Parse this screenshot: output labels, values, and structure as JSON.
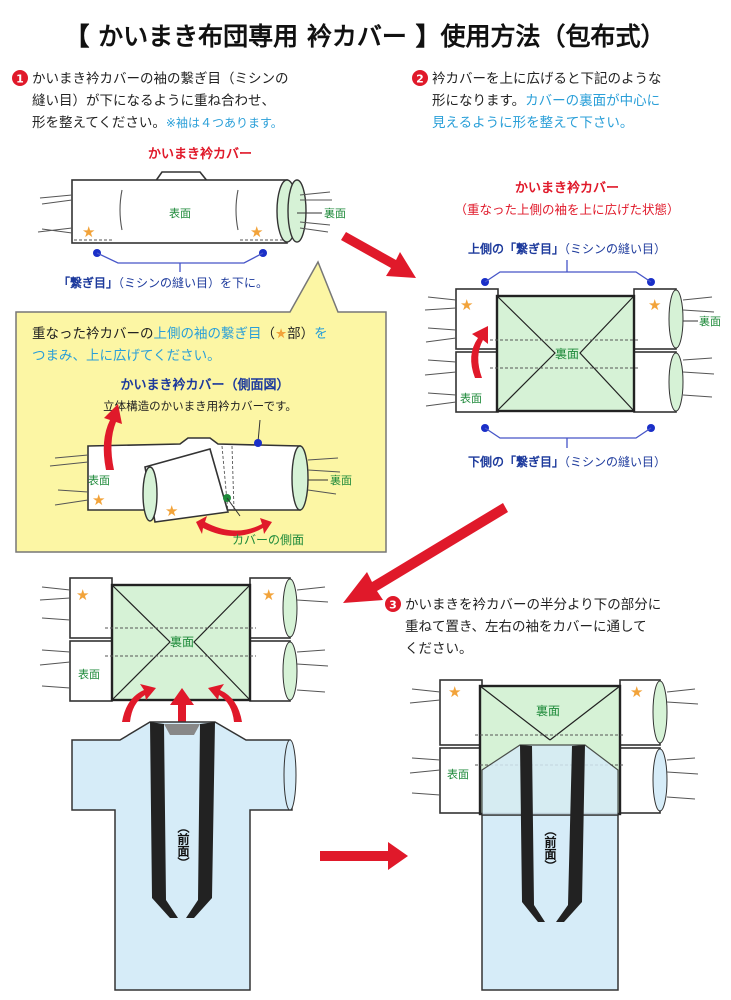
{
  "title": "【 かいまき布団専用 衿カバー 】使用方法（包布式）",
  "step1": {
    "number": "1",
    "line1": "かいまき衿カバーの袖の繋ぎ目（ミシンの",
    "line2": "縫い目）が下になるように重ね合わせ、",
    "line3": "形を整えてください。",
    "note": "※袖は４つあります。"
  },
  "step2": {
    "number": "2",
    "line1": "衿カバーを上に広げると下記のような",
    "line2a": "形になります。",
    "line2b": "カバーの裏面が中心に",
    "line3": "見えるように形を整えて下さい。"
  },
  "step3": {
    "number": "3",
    "line1": "かいまきを衿カバーの半分より下の部分に",
    "line2": "重ねて置き、左右の袖をカバーに通して",
    "line3": "ください。"
  },
  "fig1": {
    "title": "かいまき衿カバー",
    "front": "表面",
    "back": "裏面",
    "seam_a": "「繋ぎ目」",
    "seam_b": "（ミシンの縫い目）を下に。"
  },
  "callout": {
    "line1a": "重なった衿カバーの",
    "line1b": "上側の袖の繋ぎ目",
    "line1c": "（",
    "line1star": "★",
    "line1d": "部）",
    "line1e": "を",
    "line2": "つまみ、上に広げてください。",
    "subtitle": "かいまき衿カバー（側面図）",
    "desc": "立体構造のかいまき用衿カバーです。",
    "front": "表面",
    "back": "裏面",
    "side": "カバーの側面"
  },
  "fig2": {
    "title": "かいまき衿カバー",
    "subtitle": "（重なった上側の袖を上に広げた状態）",
    "top_seam_a": "上側の「繋ぎ目」",
    "top_seam_b": "（ミシンの縫い目）",
    "bottom_seam_a": "下側の「繋ぎ目」",
    "bottom_seam_b": "（ミシンの縫い目）",
    "center": "裏面",
    "front": "表面",
    "back": "裏面"
  },
  "fig3": {
    "center": "裏面",
    "front": "表面",
    "kimono": "（前面）"
  },
  "fig4": {
    "center": "裏面",
    "front": "表面",
    "kimono": "（前面）"
  },
  "colors": {
    "red": "#e0192a",
    "blue": "#1d3a9c",
    "cyan": "#2a9fd8",
    "green": "#1e8a3a",
    "callout": "#fcf6a4"
  }
}
